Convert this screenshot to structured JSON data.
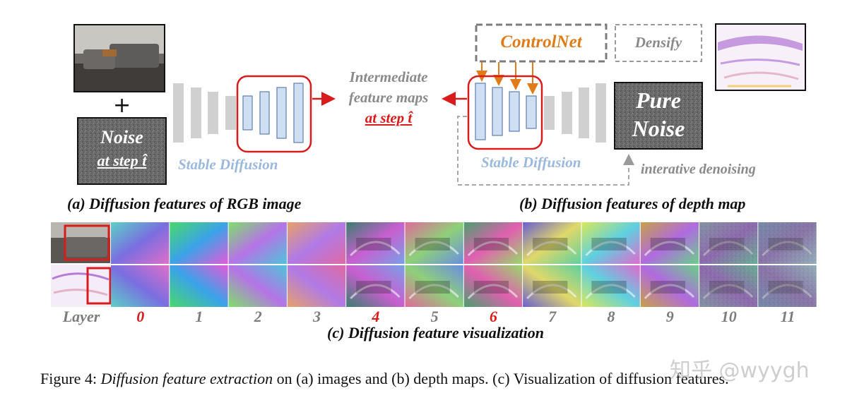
{
  "panel_a": {
    "input_label": "+",
    "noise_line1": "Noise",
    "noise_line2": "at step t̂",
    "sd_label": "Stable Diffusion",
    "output_line1": "Intermediate",
    "output_line2": "feature maps",
    "output_line3": "at step t̂",
    "caption": "(a) Diffusion features of RGB image"
  },
  "panel_b": {
    "controlnet_label": "ControlNet",
    "densify_label": "Densify",
    "sd_label": "Stable Diffusion",
    "pure_noise_line1": "Pure",
    "pure_noise_line2": "Noise",
    "denoise_label": "interative denoising",
    "caption": "(b) Diffusion features of depth map"
  },
  "panel_c": {
    "row_label": "Layer",
    "layers": [
      "0",
      "1",
      "2",
      "3",
      "4",
      "5",
      "6",
      "7",
      "8",
      "9",
      "10",
      "11"
    ],
    "highlighted_layers": [
      "0",
      "4",
      "6"
    ],
    "caption": "(c) Diffusion feature visualization"
  },
  "figure_caption": {
    "prefix": "Figure 4:",
    "italic": "Diffusion feature extraction",
    "rest": "on (a) images and (b) depth maps. (c) Visualization of diffusion features."
  },
  "watermark": "知乎 @wyygh",
  "colors": {
    "red": "#d81c1c",
    "orange": "#e07b1a",
    "block_blue": "#cfdff1",
    "block_gray": "#d0d0d0",
    "sd_text": "#9bb8dd",
    "gray_text": "#8a8a8a"
  }
}
